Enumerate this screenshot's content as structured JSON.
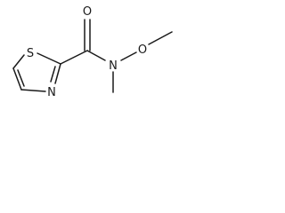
{
  "molecule": {
    "atoms": {
      "sulfur": "S",
      "ring_nitrogen": "N",
      "carbonyl_oxygen": "O",
      "amide_nitrogen": "N",
      "methoxy_oxygen": "O"
    }
  }
}
